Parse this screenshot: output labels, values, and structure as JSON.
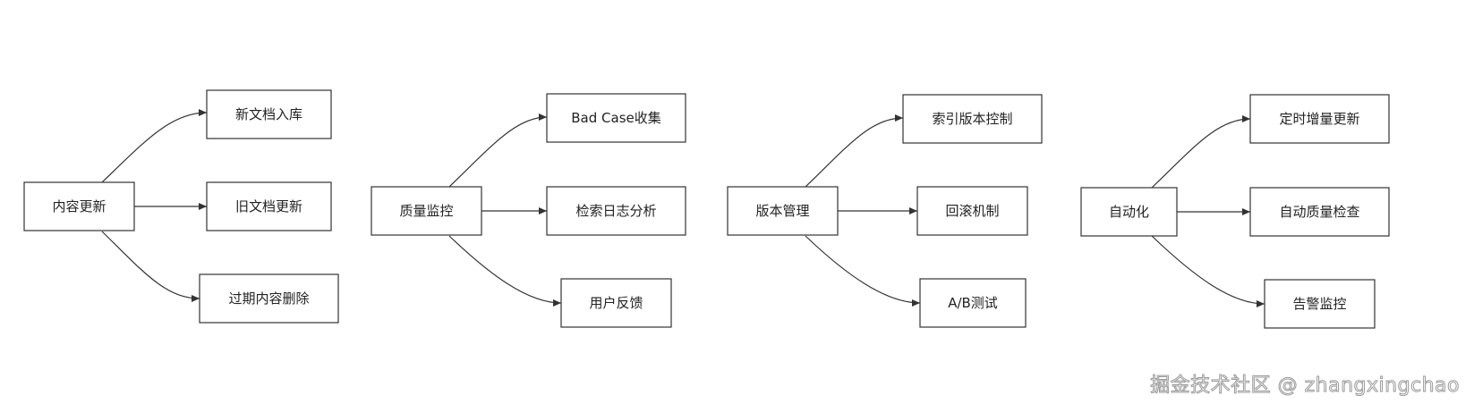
{
  "colors": {
    "node_fill": "#ffffff",
    "node_stroke": "#333333",
    "edge": "#333333",
    "text": "#222222"
  },
  "groups": [
    {
      "root": "内容更新",
      "children": [
        "新文档入库",
        "旧文档更新",
        "过期内容删除"
      ]
    },
    {
      "root": "质量监控",
      "children": [
        "Bad Case收集",
        "检索日志分析",
        "用户反馈"
      ]
    },
    {
      "root": "版本管理",
      "children": [
        "索引版本控制",
        "回滚机制",
        "A/B测试"
      ]
    },
    {
      "root": "自动化",
      "children": [
        "定时增量更新",
        "自动质量检查",
        "告警监控"
      ]
    }
  ],
  "watermark": "掘金技术社区 @ zhangxingchao"
}
